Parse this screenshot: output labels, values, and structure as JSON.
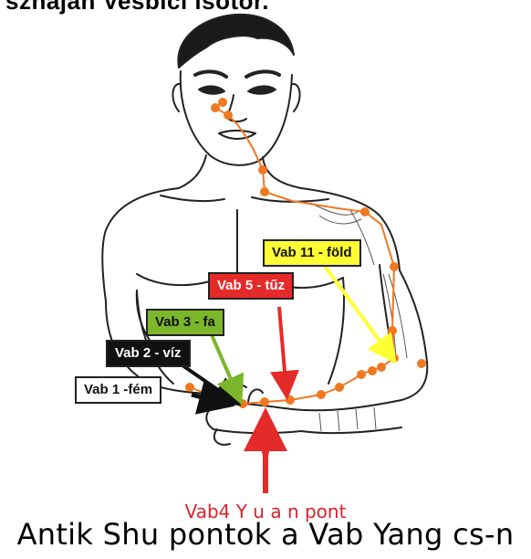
{
  "top_title": "szhajan Vesbici isotor.",
  "labels": {
    "vab1": "Vab 1 -fém",
    "vab2": "Vab 2 - víz",
    "vab3": "Vab 3 - fa",
    "vab5": "Vab 5 - tűz",
    "vab11": "Vab 11 - föld"
  },
  "red_caption": "Vab4 Y u a n pont",
  "bottom_caption": "Antik Shu pontok a Vab Yang cs-n",
  "colors": {
    "point": "#f07820",
    "meridian": "#f07820",
    "vab1_bg": "#ffffff",
    "vab2_bg": "#111111",
    "vab3_bg": "#7cb62a",
    "vab5_bg": "#e52a2a",
    "vab11_bg": "#ffff33",
    "arrow_red": "#e52a2a",
    "arrow_yellow": "#ffff33",
    "arrow_green": "#7cb62a",
    "arrow_black": "#111111"
  }
}
